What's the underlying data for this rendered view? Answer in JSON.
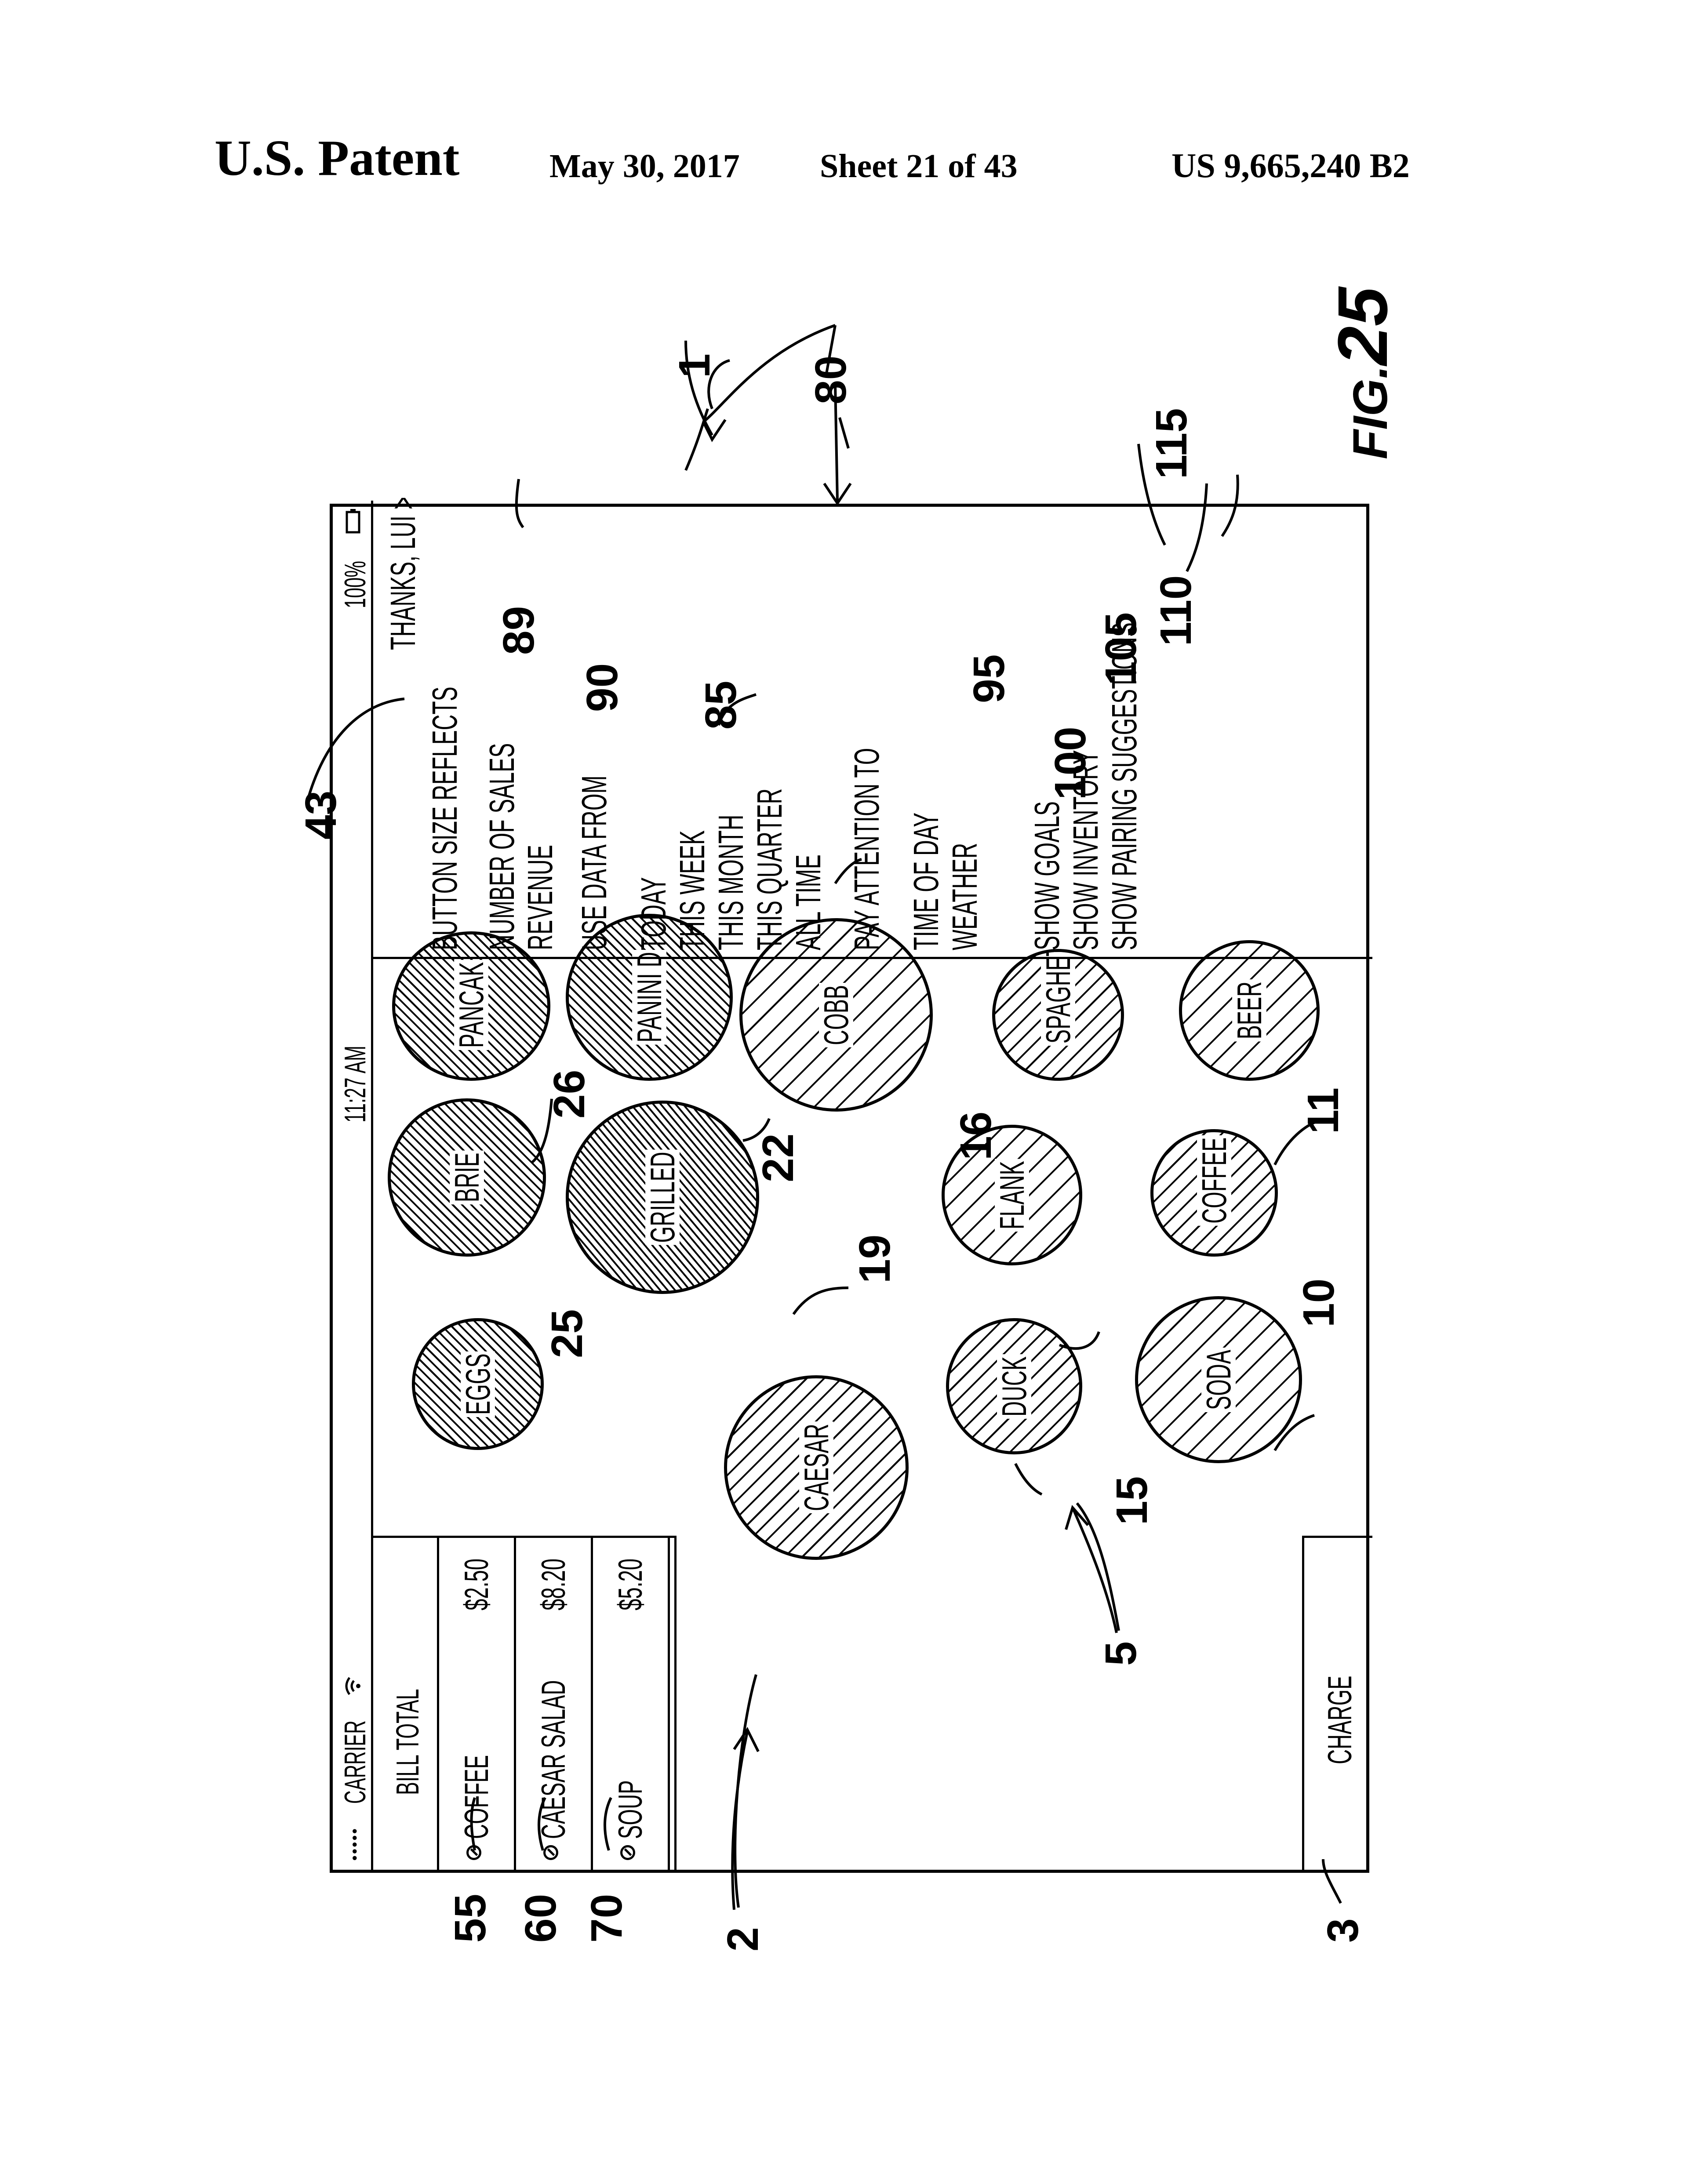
{
  "header": {
    "publication": "U.S. Patent",
    "date": "May 30, 2017",
    "sheet": "Sheet 21 of 43",
    "patent_number": "US 9,665,240 B2"
  },
  "figure": {
    "label_prefix": "FIG.",
    "label_number": "25"
  },
  "status_bar": {
    "carrier": "CARRIER",
    "signal_dots": "●●●●●",
    "time": "11:27 AM",
    "battery": "100%"
  },
  "bill": {
    "title": "BILL TOTAL",
    "items": [
      {
        "name": "COFFEE",
        "price": "$2.50"
      },
      {
        "name": "CAESAR SALAD",
        "price": "$8.20"
      },
      {
        "name": "SOUP",
        "price": "$5.20"
      }
    ]
  },
  "charge": {
    "label": "CHARGE"
  },
  "settings": {
    "thanks": "THANKS, LUI >",
    "button_size_heading": "BUTTON SIZE REFLECTS",
    "number_of_sales": "NUMBER OF SALES",
    "revenue": "REVENUE",
    "use_data_heading": "USE DATA FROM",
    "today": "TODAY",
    "this_week": "THIS WEEK",
    "this_month": "THIS MONTH",
    "this_quarter": "THIS QUARTER",
    "all_time": "ALL TIME",
    "pay_attention_heading": "PAY ATTENTION TO",
    "time_of_day": "TIME OF DAY",
    "weather": "WEATHER",
    "show_goals": "SHOW GOALS",
    "show_inventory": "SHOW INVENTORY",
    "show_pairing": "SHOW PAIRING SUGGESTIONS"
  },
  "bubbles": {
    "eggs": "EGGS",
    "brie": "BRIE",
    "pancakes": "PANCAK",
    "caesar": "CAESAR",
    "grilled": "GRILLED",
    "panini": "PANINI D",
    "duck": "DUCK",
    "flank": "FLANK",
    "cobb": "COBB",
    "soda": "SODA",
    "coffee": "COFFEE",
    "spaghetti": "SPAGHET",
    "beer": "BEER"
  },
  "refs": {
    "r1": "1",
    "r2": "2",
    "r3": "3",
    "r5": "5",
    "r10": "10",
    "r11": "11",
    "r15": "15",
    "r16": "16",
    "r19": "19",
    "r22": "22",
    "r25": "25",
    "r26": "26",
    "r43": "43",
    "r55": "55",
    "r60": "60",
    "r70": "70",
    "r80": "80",
    "r85": "85",
    "r89": "89",
    "r90": "90",
    "r95": "95",
    "r100": "100",
    "r105": "105",
    "r110": "110",
    "r115": "115"
  }
}
